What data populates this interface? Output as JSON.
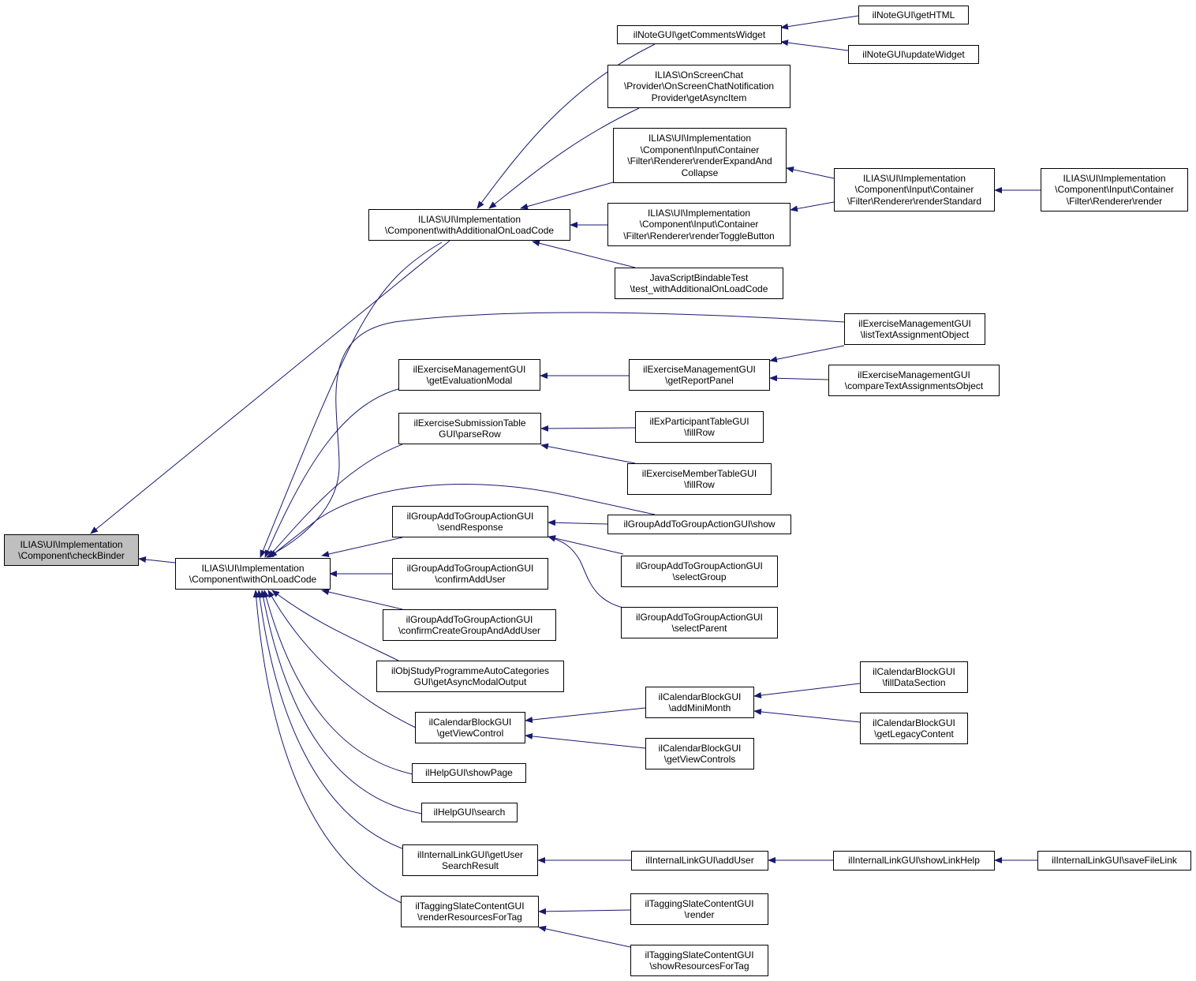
{
  "colors": {
    "edge": "#191970",
    "node_border": "#000000",
    "node_fill": "#ffffff",
    "root_fill": "#bfbfbf"
  },
  "nodes": {
    "checkBinder": "ILIAS\\UI\\Implementation\n\\Component\\checkBinder",
    "withOnLoadCode": "ILIAS\\UI\\Implementation\n\\Component\\withOnLoadCode",
    "withAdditionalOnLoadCode": "ILIAS\\UI\\Implementation\n\\Component\\withAdditionalOnLoadCode",
    "getCommentsWidget": "ilNoteGUI\\getCommentsWidget",
    "getHTML": "ilNoteGUI\\getHTML",
    "updateWidget": "ilNoteGUI\\updateWidget",
    "getAsyncItem": "ILIAS\\OnScreenChat\n\\Provider\\OnScreenChatNotification\nProvider\\getAsyncItem",
    "renderExpandAndCollapse": "ILIAS\\UI\\Implementation\n\\Component\\Input\\Container\n\\Filter\\Renderer\\renderExpandAnd\nCollapse",
    "renderToggleButton": "ILIAS\\UI\\Implementation\n\\Component\\Input\\Container\n\\Filter\\Renderer\\renderToggleButton",
    "renderStandard": "ILIAS\\UI\\Implementation\n\\Component\\Input\\Container\n\\Filter\\Renderer\\renderStandard",
    "render": "ILIAS\\UI\\Implementation\n\\Component\\Input\\Container\n\\Filter\\Renderer\\render",
    "jsBindableTest": "JavaScriptBindableTest\n\\test_withAdditionalOnLoadCode",
    "listTextAssignmentObject": "ilExerciseManagementGUI\n\\listTextAssignmentObject",
    "getEvaluationModal": "ilExerciseManagementGUI\n\\getEvaluationModal",
    "getReportPanel": "ilExerciseManagementGUI\n\\getReportPanel",
    "compareTextAssignmentsObject": "ilExerciseManagementGUI\n\\compareTextAssignmentsObject",
    "parseRow": "ilExerciseSubmissionTable\nGUI\\parseRow",
    "exParticipantFillRow": "ilExParticipantTableGUI\n\\fillRow",
    "exMemberFillRow": "ilExerciseMemberTableGUI\n\\fillRow",
    "sendResponse": "ilGroupAddToGroupActionGUI\n\\sendResponse",
    "groupShow": "ilGroupAddToGroupActionGUI\\show",
    "selectGroup": "ilGroupAddToGroupActionGUI\n\\selectGroup",
    "selectParent": "ilGroupAddToGroupActionGUI\n\\selectParent",
    "confirmAddUser": "ilGroupAddToGroupActionGUI\n\\confirmAddUser",
    "confirmCreateGroupAndAddUser": "ilGroupAddToGroupActionGUI\n\\confirmCreateGroupAndAddUser",
    "getAsyncModalOutput": "ilObjStudyProgrammeAutoCategories\nGUI\\getAsyncModalOutput",
    "getViewControl": "ilCalendarBlockGUI\n\\getViewControl",
    "addMiniMonth": "ilCalendarBlockGUI\n\\addMiniMonth",
    "getViewControls": "ilCalendarBlockGUI\n\\getViewControls",
    "fillDataSection": "ilCalendarBlockGUI\n\\fillDataSection",
    "getLegacyContent": "ilCalendarBlockGUI\n\\getLegacyContent",
    "showPage": "ilHelpGUI\\showPage",
    "helpSearch": "ilHelpGUI\\search",
    "getUserSearchResult": "ilInternalLinkGUI\\getUser\nSearchResult",
    "addUser": "ilInternalLinkGUI\\addUser",
    "showLinkHelp": "ilInternalLinkGUI\\showLinkHelp",
    "saveFileLink": "ilInternalLinkGUI\\saveFileLink",
    "renderResourcesForTag": "ilTaggingSlateContentGUI\n\\renderResourcesForTag",
    "taggingRender": "ilTaggingSlateContentGUI\n\\render",
    "showResourcesForTag": "ilTaggingSlateContentGUI\n\\showResourcesForTag"
  }
}
